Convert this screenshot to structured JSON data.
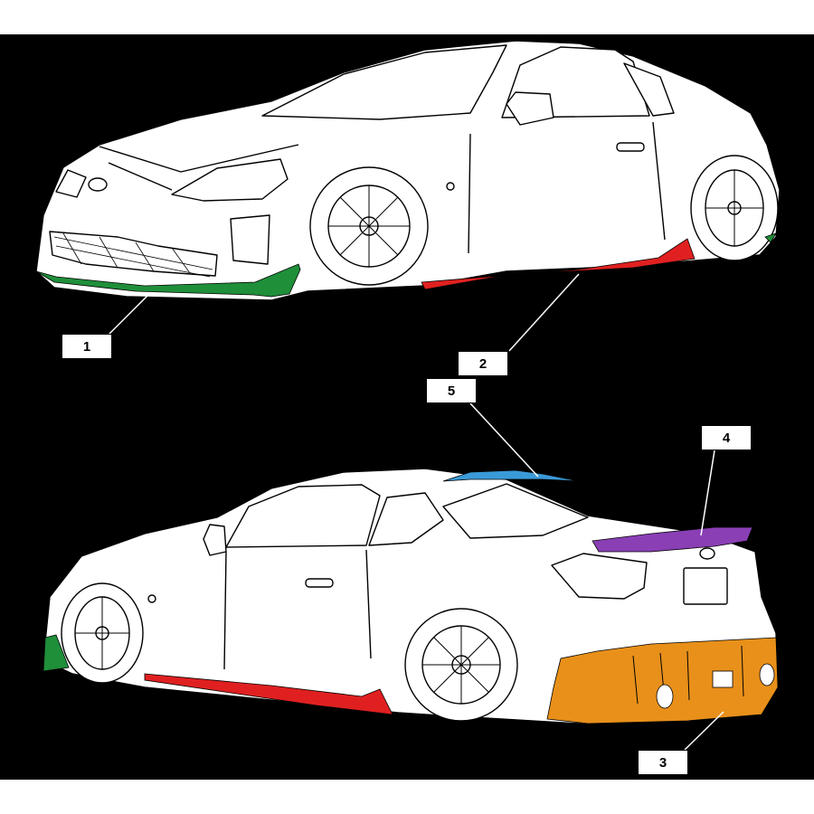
{
  "parts": [
    {
      "number": "1",
      "color": "#1f8f3a"
    },
    {
      "number": "2",
      "color": "#e02020"
    },
    {
      "number": "3",
      "color": "#e8901a"
    },
    {
      "number": "4",
      "color": "#8a3fb5"
    },
    {
      "number": "5",
      "color": "#3a9ad8"
    }
  ],
  "colors": {
    "background": "#000000",
    "car_body": "#ffffff",
    "outline": "#000000"
  }
}
